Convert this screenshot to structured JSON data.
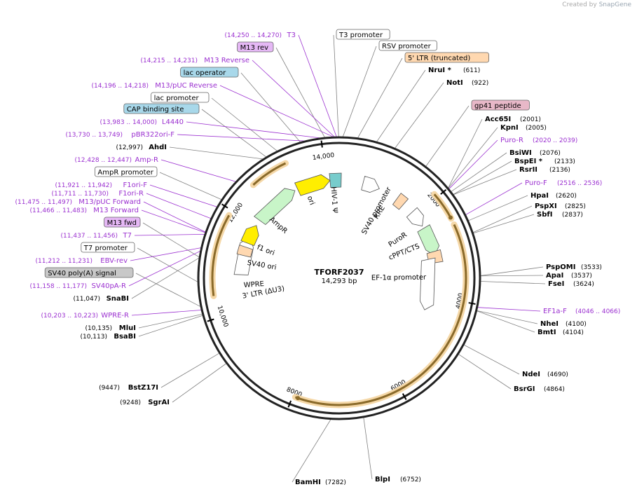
{
  "header": {
    "created_by": "Created by",
    "brand": "SnapGene"
  },
  "map": {
    "name": "TFORF2037",
    "length_label": "14,293 bp",
    "total_bp": 14293
  },
  "ruler": [
    {
      "bp": 2000,
      "label": "2000"
    },
    {
      "bp": 4000,
      "label": "4000"
    },
    {
      "bp": 6000,
      "label": "6000"
    },
    {
      "bp": 8000,
      "label": "8000"
    },
    {
      "bp": 10000,
      "label": "10,000"
    },
    {
      "bp": 12000,
      "label": "12,000"
    },
    {
      "bp": 14000,
      "label": "14,000"
    }
  ],
  "inner_features": [
    {
      "name": "HIV-1 Ψ",
      "color": "#ffffff"
    },
    {
      "name": "RRE",
      "color": "#ffd8b0"
    },
    {
      "name": "SV40 promoter",
      "color": "#ffffff"
    },
    {
      "name": "cPPT/CTS",
      "color": "#ffffff"
    },
    {
      "name": "PuroR",
      "color": "#c8f5c8"
    },
    {
      "name": "EF-1α promoter",
      "color": "#ffffff"
    },
    {
      "name": "3' LTR (ΔU3)",
      "color": "#ffffff"
    },
    {
      "name": "WPRE",
      "color": "#ffffff"
    },
    {
      "name": "SV40 ori",
      "color": "#ffffff"
    },
    {
      "name": "f1 ori",
      "color": "#ffee00"
    },
    {
      "name": "AmpR",
      "color": "#c8f5c8"
    },
    {
      "name": "ori",
      "color": "#ffee00"
    }
  ],
  "left_labels": [
    {
      "range": "(14,250 .. 14,270)",
      "name": "T3",
      "kind": "primer"
    },
    {
      "name": "M13 rev",
      "kind": "box",
      "fill": "#e5b8f5"
    },
    {
      "range": "(14,215 .. 14,231)",
      "name": "M13 Reverse",
      "kind": "primer"
    },
    {
      "name": "lac operator",
      "kind": "box",
      "fill": "#a8d8ea"
    },
    {
      "range": "(14,196 .. 14,218)",
      "name": "M13/pUC Reverse",
      "kind": "primer"
    },
    {
      "name": "lac promoter",
      "kind": "box",
      "fill": "#ffffff"
    },
    {
      "name": "CAP binding site",
      "kind": "box",
      "fill": "#a8d8ea"
    },
    {
      "range": "(13,983 .. 14,000)",
      "name": "L4440",
      "kind": "primer"
    },
    {
      "range": "(13,730 .. 13,749)",
      "name": "pBR322ori-F",
      "kind": "primer"
    },
    {
      "pos": "(12,997)",
      "name": "AhdI",
      "kind": "enzyme"
    },
    {
      "range": "(12,428 .. 12,447)",
      "name": "Amp-R",
      "kind": "primer"
    },
    {
      "name": "AmpR promoter",
      "kind": "box",
      "fill": "#ffffff"
    },
    {
      "range": "(11,921 .. 11,942)",
      "name": "F1ori-F",
      "kind": "primer"
    },
    {
      "range": "(11,711 .. 11,730)",
      "name": "F1ori-R",
      "kind": "primer"
    },
    {
      "range": "(11,475 .. 11,497)",
      "name": "M13/pUC Forward",
      "kind": "primer"
    },
    {
      "range": "(11,466 .. 11,483)",
      "name": "M13 Forward",
      "kind": "primer"
    },
    {
      "name": "M13 fwd",
      "kind": "box",
      "fill": "#e5b8f5"
    },
    {
      "range": "(11,437 .. 11,456)",
      "name": "T7",
      "kind": "primer"
    },
    {
      "name": "T7 promoter",
      "kind": "box",
      "fill": "#ffffff"
    },
    {
      "range": "(11,212 .. 11,231)",
      "name": "EBV-rev",
      "kind": "primer"
    },
    {
      "name": "SV40 poly(A) signal",
      "kind": "box",
      "fill": "#c8c8c8"
    },
    {
      "range": "(11,158 .. 11,177)",
      "name": "SV40pA-R",
      "kind": "primer"
    },
    {
      "pos": "(11,047)",
      "name": "SnaBI",
      "kind": "enzyme"
    },
    {
      "range": "(10,203 .. 10,223)",
      "name": "WPRE-R",
      "kind": "primer"
    },
    {
      "pos": "(10,135)",
      "name": "MluI",
      "kind": "enzyme"
    },
    {
      "pos": "(10,113)",
      "name": "BsaBI",
      "kind": "enzyme"
    },
    {
      "pos": "(9447)",
      "name": "BstZ17I",
      "kind": "enzyme"
    },
    {
      "pos": "(9248)",
      "name": "SgrAI",
      "kind": "enzyme"
    }
  ],
  "top_labels": [
    {
      "name": "T3 promoter",
      "kind": "box",
      "fill": "#ffffff"
    },
    {
      "name": "RSV promoter",
      "kind": "box",
      "fill": "#ffffff"
    },
    {
      "name": "5' LTR (truncated)",
      "kind": "box",
      "fill": "#ffd8b0"
    },
    {
      "name": "NruI *",
      "pos": "(611)",
      "kind": "enzyme"
    },
    {
      "name": "NotI",
      "pos": "(922)",
      "kind": "enzyme"
    }
  ],
  "right_labels": [
    {
      "name": "gp41 peptide",
      "kind": "box",
      "fill": "#e8b8c8"
    },
    {
      "name": "Acc65I",
      "pos": "(2001)",
      "kind": "enzyme"
    },
    {
      "name": "KpnI",
      "pos": "(2005)",
      "kind": "enzyme"
    },
    {
      "name": "Puro-R",
      "range": "(2020 .. 2039)",
      "kind": "primer"
    },
    {
      "name": "BsiWI",
      "pos": "(2076)",
      "kind": "enzyme"
    },
    {
      "name": "BspEI *",
      "pos": "(2133)",
      "kind": "enzyme"
    },
    {
      "name": "RsrII",
      "pos": "(2136)",
      "kind": "enzyme"
    },
    {
      "name": "Puro-F",
      "range": "(2516 .. 2536)",
      "kind": "primer"
    },
    {
      "name": "HpaI",
      "pos": "(2620)",
      "kind": "enzyme"
    },
    {
      "name": "PspXI",
      "pos": "(2825)",
      "kind": "enzyme"
    },
    {
      "name": "SbfI",
      "pos": "(2837)",
      "kind": "enzyme"
    },
    {
      "name": "PspOMI",
      "pos": "(3533)",
      "kind": "enzyme"
    },
    {
      "name": "ApaI",
      "pos": "(3537)",
      "kind": "enzyme"
    },
    {
      "name": "FseI",
      "pos": "(3624)",
      "kind": "enzyme"
    },
    {
      "name": "EF1a-F",
      "range": "(4046 .. 4066)",
      "kind": "primer"
    },
    {
      "name": "NheI",
      "pos": "(4100)",
      "kind": "enzyme"
    },
    {
      "name": "BmtI",
      "pos": "(4104)",
      "kind": "enzyme"
    },
    {
      "name": "NdeI",
      "pos": "(4690)",
      "kind": "enzyme"
    },
    {
      "name": "BsrGI",
      "pos": "(4864)",
      "kind": "enzyme"
    }
  ],
  "bottom_labels": [
    {
      "name": "BlpI",
      "pos": "(6752)",
      "kind": "enzyme"
    },
    {
      "name": "BamHI",
      "pos": "(7282)",
      "kind": "enzyme"
    }
  ],
  "colors": {
    "primer": "#9b30d0",
    "enzyme": "#000000",
    "leader": "#808080",
    "backbone": "#222222",
    "orf": "#f0b040"
  }
}
